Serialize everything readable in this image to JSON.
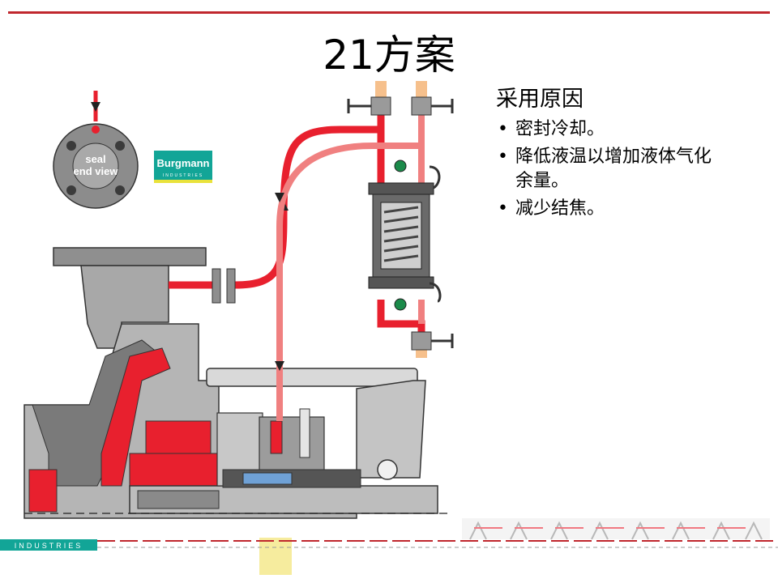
{
  "slide": {
    "title": "21方案"
  },
  "reasons": {
    "heading": "采用原因",
    "items": [
      {
        "lines": [
          "密封冷却。"
        ]
      },
      {
        "lines": [
          "降低液温以增加液体气化",
          "余量。"
        ]
      },
      {
        "lines": [
          "减少结焦。"
        ]
      }
    ]
  },
  "diagram": {
    "seal_view_label_line1": "seal",
    "seal_view_label_line2": "end view",
    "brand_logo": "Burgmann",
    "brand_tagline": "INDUSTRIES",
    "footer_logo": "INDUSTRIES"
  },
  "colors": {
    "accent_red": "#c0272d",
    "hot_flow": "#e8202e",
    "cool_flow": "#f08080",
    "casing_gray": "#9a9a9a",
    "dark_gray": "#4a4a4a",
    "logo_teal": "#12a597"
  }
}
